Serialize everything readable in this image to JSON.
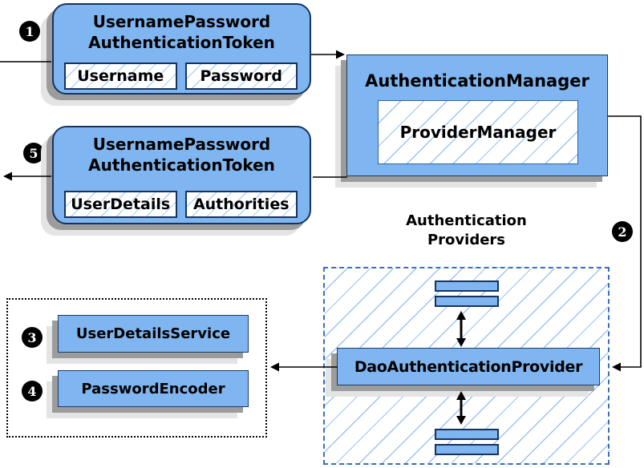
{
  "diagram": {
    "badges": {
      "step1": "1",
      "step2": "2",
      "step3": "3",
      "step4": "4",
      "step5": "5"
    },
    "request_token": {
      "title_line1": "UsernamePassword",
      "title_line2": "AuthenticationToken",
      "field1": "Username",
      "field2": "Password"
    },
    "auth_manager": {
      "title": "AuthenticationManager",
      "inner": "ProviderManager"
    },
    "response_token": {
      "title_line1": "UsernamePassword",
      "title_line2": "AuthenticationToken",
      "field1": "UserDetails",
      "field2": "Authorities"
    },
    "providers_group": {
      "title_line1": "Authentication",
      "title_line2": "Providers",
      "provider": "DaoAuthenticationProvider"
    },
    "services_group": {
      "service1": "UserDetailsService",
      "service2": "PasswordEncoder"
    },
    "colors": {
      "box_fill": "#7fb5f0",
      "box_border": "#16335f",
      "hatch_line": "#9cc4ee",
      "dashed_border": "#3a6fc0",
      "dotted_border": "#000000",
      "shadow_dark": "#9c9c9c",
      "shadow_light": "#e4e4e4",
      "arrow": "#000000",
      "badge_bg": "#000000",
      "badge_text": "#ffffff"
    }
  }
}
